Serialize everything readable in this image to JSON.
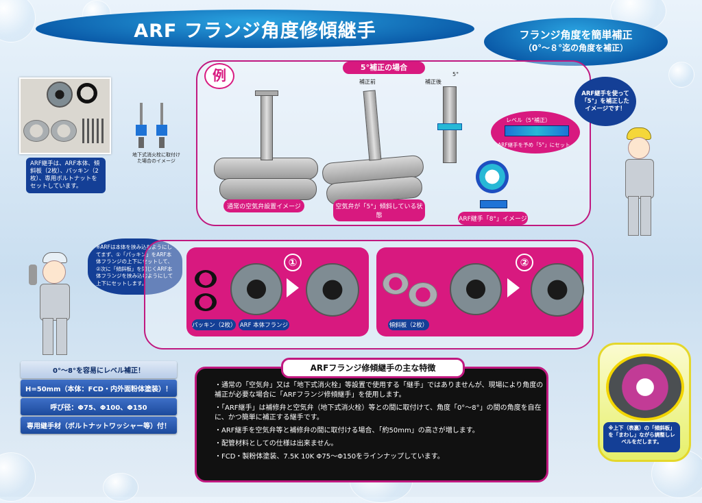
{
  "title": "ARF フランジ角度修傾継手",
  "subtitle": {
    "line1": "フランジ角度を簡単補正",
    "line2": "（0°～８°迄の角度を補正）"
  },
  "example": {
    "mark": "例",
    "banner": "5°補正の場合",
    "label_before": "補正前",
    "label_after": "補正後",
    "angle_label": "5°",
    "level_label": "レベル（5°補正）",
    "set_label": "ARF継手を予め「5°」にセット",
    "caption_normal": "通常の空気弁設置イメージ",
    "caption_tilted": "空気弁が「5°」傾斜している状態",
    "caption_arf8": "ARF継手「8°」イメージ"
  },
  "photo_note": "ARF継手は、ARF本体、傾斜板（2枚）、パッキン（2枚）、専用ボルトナットをセットしています。",
  "underground_note": "地下式消火栓に取付けた場合のイメージ",
  "speech_right": "ARF継手を使って「5°」を補正したイメージです！",
  "speech_left": "※ARFは本体を挟み込むようにしてまず、①「パッキン」をARF本体フランジの上下にセットして、②次に「傾斜板」を同じくARF本体フランジを挟み込むようにして上下にセットします。",
  "step1": {
    "num": "①",
    "label_gasket": "パッキン（2枚）",
    "label_body": "ARF 本体フランジ"
  },
  "step2": {
    "num": "②",
    "label_plate": "傾斜板（2枚）"
  },
  "features_left": [
    "0°～8°を容易にレベル補正！",
    "H=50mm（本体：FCD・内外面粉体塗装）！",
    "呼び径：Φ75、Φ100、Φ150",
    "専用継手材（ボルトナットワッシャー等）付！"
  ],
  "main_features": {
    "title": "ARFフランジ修傾継手の主な特徴",
    "items": [
      "・通常の「空気弁」又は「地下式消火栓」等設置で使用する「継手」ではありませんが、現場により角度の補正が必要な場合に「ARFフランジ修傾継手」を使用します。",
      "・「ARF継手」は補修弁と空気弁（地下式消火栓）等との間に取付けて、角度「0°～8°」の間の角度を自在に、かつ簡単に補正する継手です。",
      "・ARF継手を空気弁等と補修弁の間に取付ける場合、「約50mm」の高さが増します。",
      "・配管材料としての仕様は出来ません。",
      "・FCD・製粉体塗装、7.5K 10K Φ75～Φ150をラインナップしています。"
    ]
  },
  "rotate_note": "※上下（表裏）の「傾斜板」を「まわし」ながら調整しレベルをだします。",
  "colors": {
    "magenta": "#d8197f",
    "navy": "#143f96",
    "blue": "#0a5aa8"
  }
}
